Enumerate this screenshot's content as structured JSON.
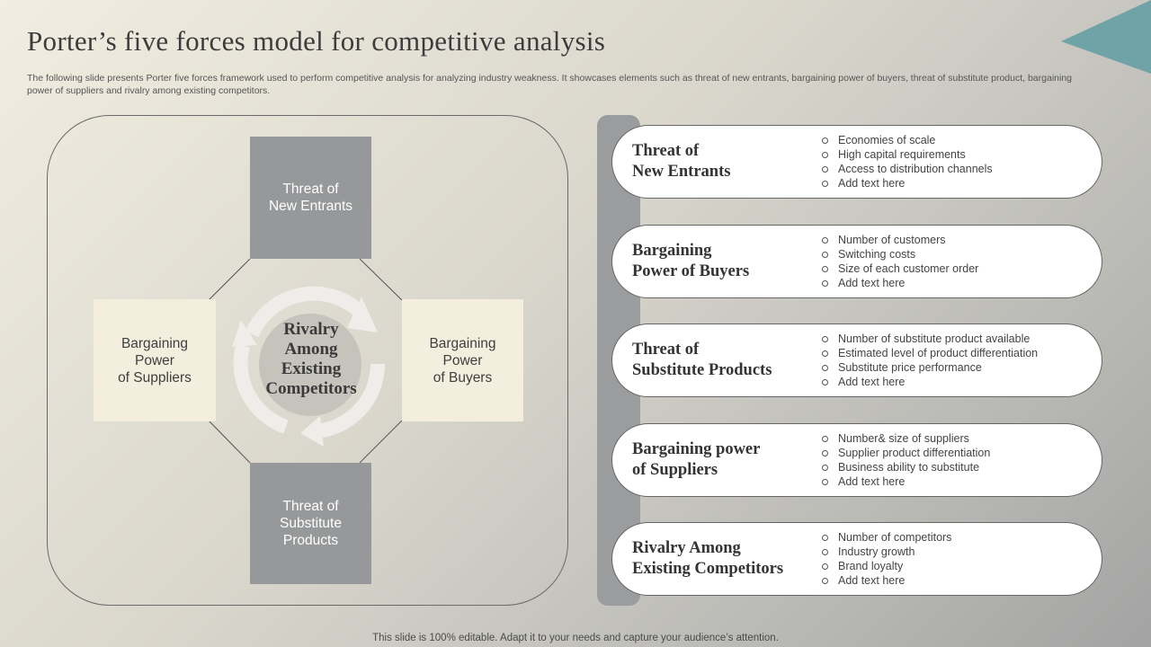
{
  "title": "Porter’s five forces model for competitive analysis",
  "subtitle": "The following slide presents Porter five forces framework used to perform competitive analysis for analyzing industry weakness. It showcases elements such as threat of new entrants, bargaining power of buyers, threat of substitute product, bargaining power of suppliers and rivalry among existing competitors.",
  "colors": {
    "accent": "#6fa3a7",
    "force_grey": "#979899",
    "force_cream": "#f3eedd",
    "sidebar": "#9b9c9e"
  },
  "diagram": {
    "top": [
      "Threat  of",
      "New Entrants"
    ],
    "left": [
      "Bargaining",
      "Power",
      "of Suppliers"
    ],
    "right": [
      "Bargaining",
      "Power",
      "of Buyers"
    ],
    "bottom": [
      "Threat  of",
      "Substitute",
      "Products"
    ],
    "center": [
      "Rivalry",
      "Among",
      "Existing",
      "Competitors"
    ]
  },
  "cards": [
    {
      "title": [
        "Threat of",
        "New Entrants"
      ],
      "items": [
        "Economies of scale",
        "High capital requirements",
        "Access to distribution channels",
        "Add text here"
      ]
    },
    {
      "title": [
        "Bargaining",
        "Power of Buyers"
      ],
      "items": [
        "Number  of customers",
        "Switching costs",
        "Size of each customer order",
        "Add text here"
      ]
    },
    {
      "title": [
        "Threat of",
        "Substitute Products"
      ],
      "items": [
        "Number  of substitute product available",
        "Estimated level  of product differentiation",
        "Substitute price performance",
        "Add text here"
      ]
    },
    {
      "title": [
        "Bargaining power",
        "of Suppliers"
      ],
      "items": [
        "Number&  size of suppliers",
        "Supplier product differentiation",
        "Business ability to substitute",
        "Add text here"
      ]
    },
    {
      "title": [
        "Rivalry Among",
        "Existing Competitors"
      ],
      "items": [
        "Number  of competitors",
        "Industry growth",
        "Brand loyalty",
        "Add text here"
      ]
    }
  ],
  "footer": "This slide is 100% editable. Adapt it to your needs and capture your audience’s attention."
}
